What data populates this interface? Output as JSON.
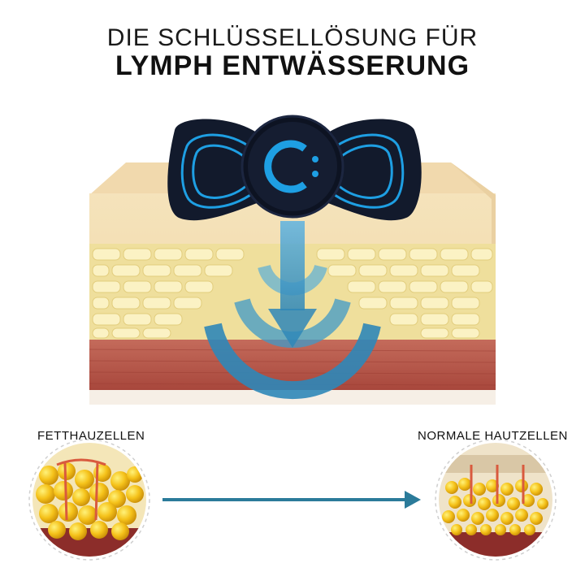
{
  "title": {
    "line1": "DIE SCHLÜSSELLÖSUNG FÜR",
    "line2": "LYMPH ENTWÄSSERUNG"
  },
  "labels": {
    "left": "FETTHAUZELLEN",
    "right": "NORMALE HAUTZELLEN"
  },
  "colors": {
    "device": "#121a2c",
    "device_accent": "#1e9fe3",
    "arrow_blue": "#2f87b8",
    "skin_top": "#f3ddb0",
    "fat_layer": "#f1e2a3",
    "muscle": "#b9584a",
    "fat_cell": "#f5c21a"
  },
  "icons": {
    "device": "massager-pad-icon",
    "arrow": "down-arrow-icon",
    "transition_arrow": "right-arrow-icon"
  }
}
